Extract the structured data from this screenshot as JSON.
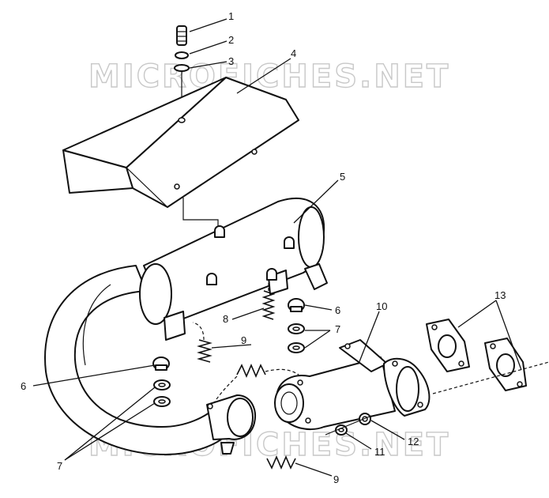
{
  "watermark": {
    "top_text": "MICROFICHES.NET",
    "bottom_text": "MICROFICHES.NET"
  },
  "callouts": [
    {
      "id": "c1",
      "label": "1"
    },
    {
      "id": "c2",
      "label": "2"
    },
    {
      "id": "c3",
      "label": "3"
    },
    {
      "id": "c4",
      "label": "4"
    },
    {
      "id": "c5",
      "label": "5"
    },
    {
      "id": "c6a",
      "label": "6"
    },
    {
      "id": "c7a",
      "label": "7"
    },
    {
      "id": "c8",
      "label": "8"
    },
    {
      "id": "c9a",
      "label": "9"
    },
    {
      "id": "c10",
      "label": "10"
    },
    {
      "id": "c13",
      "label": "13"
    },
    {
      "id": "c6b",
      "label": "6"
    },
    {
      "id": "c7b",
      "label": "7"
    },
    {
      "id": "c12",
      "label": "12"
    },
    {
      "id": "c11",
      "label": "11"
    },
    {
      "id": "c9b",
      "label": "9"
    }
  ],
  "colors": {
    "line": "#111111",
    "background": "#ffffff",
    "watermark": "#c8c8c8"
  }
}
